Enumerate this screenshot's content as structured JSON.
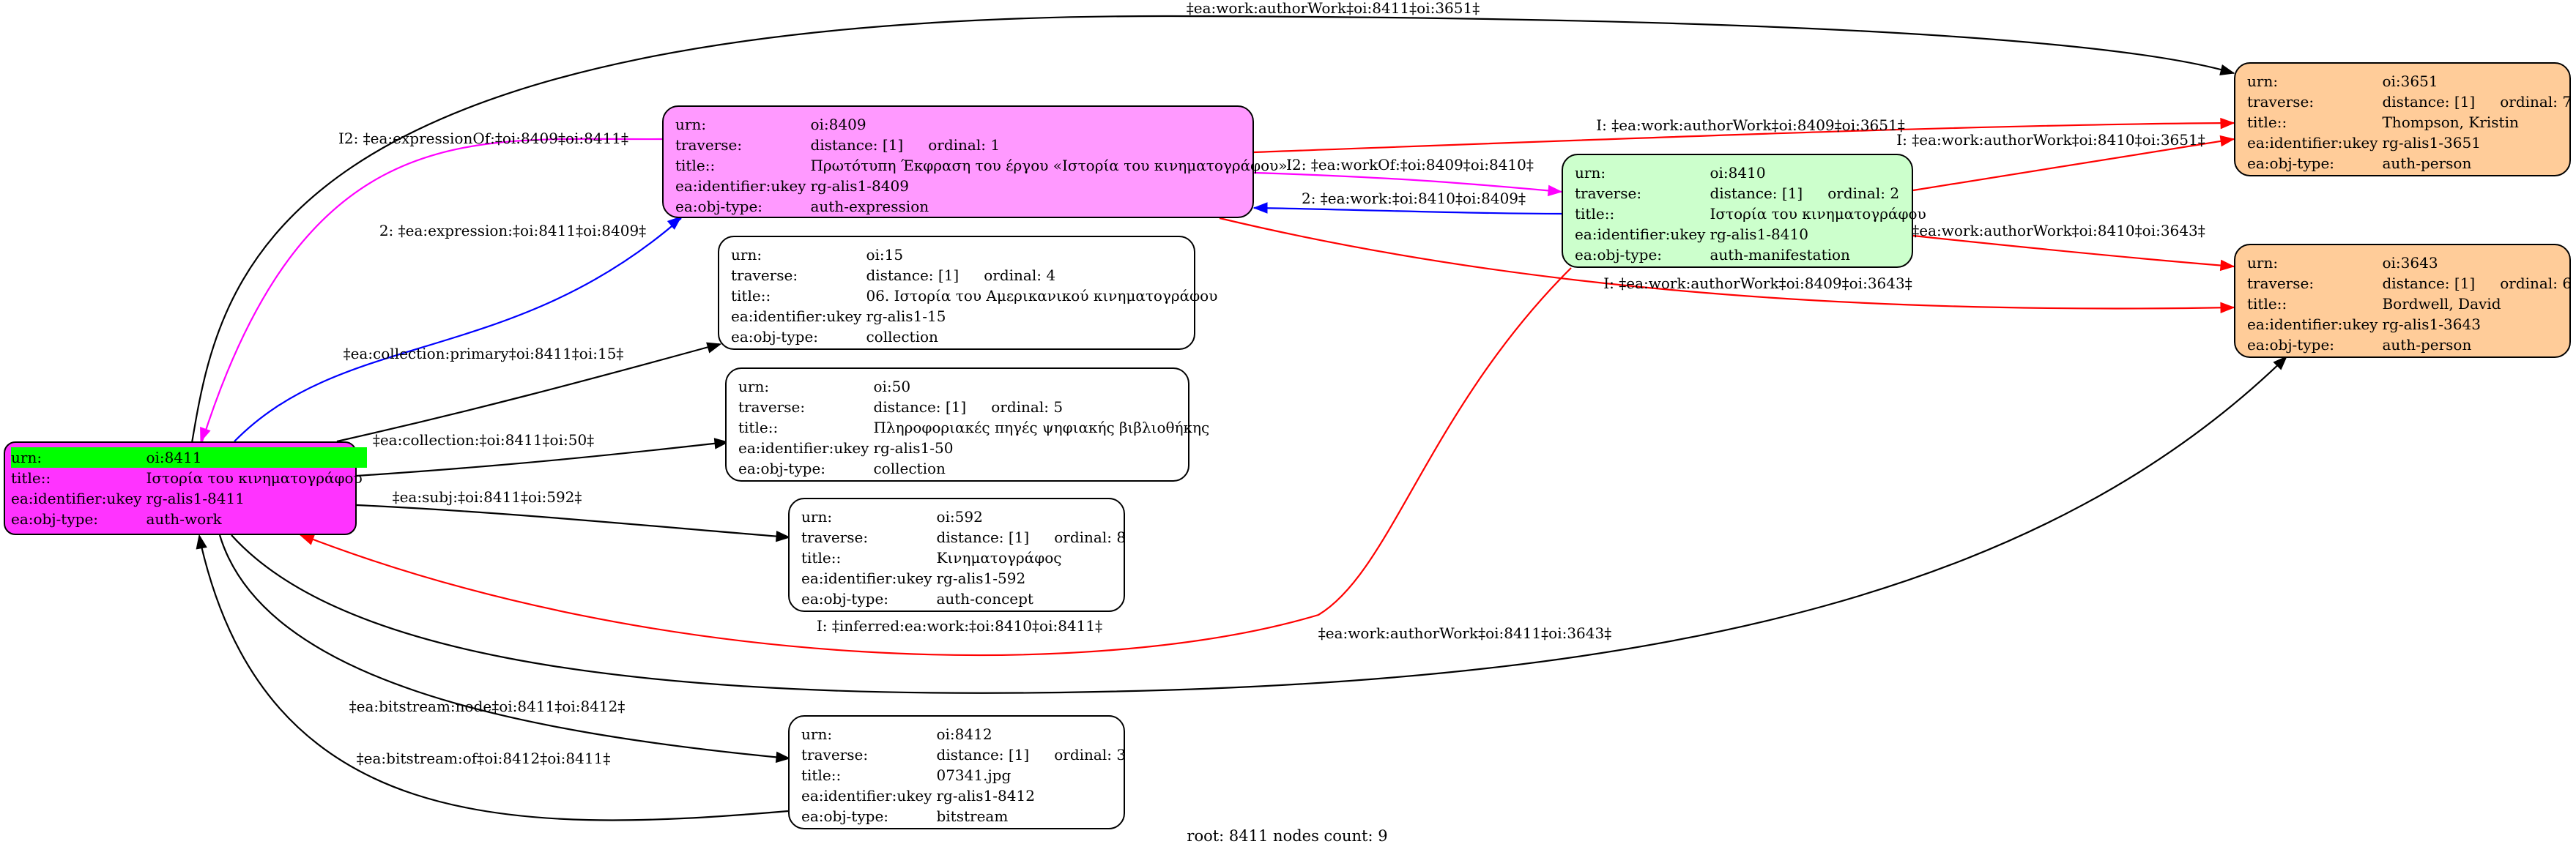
{
  "colors": {
    "work": "#ff33ff",
    "expression": "#ff99ff",
    "manifestation": "#ccffcc",
    "person": "#ffcc99",
    "plain": "#ffffff",
    "highlight": "#00ff00",
    "edge_black": "#000000",
    "edge_red": "#ff0000",
    "edge_magenta": "#ff00ff",
    "edge_blue": "#0000ff"
  },
  "nodes": {
    "n8411": {
      "rows": [
        {
          "k": "urn:",
          "v": "oi:8411"
        },
        {
          "k": "title::",
          "v": "Ιστορία του κινηματογράφου"
        },
        {
          "k": "ea:identifier:ukey",
          "v": "rg-alis1-8411"
        },
        {
          "k": "ea:obj-type:",
          "v": "auth-work"
        }
      ]
    },
    "n8409": {
      "rows": [
        {
          "k": "urn:",
          "v": "oi:8409"
        },
        {
          "k": "traverse:",
          "v": "distance: [1]",
          "o": "ordinal: 1"
        },
        {
          "k": "title::",
          "v": "Πρωτότυπη Έκφραση του έργου «Ιστορία του κινηματογράφου»"
        },
        {
          "k": "ea:identifier:ukey",
          "v": "rg-alis1-8409"
        },
        {
          "k": "ea:obj-type:",
          "v": "auth-expression"
        }
      ]
    },
    "n8410": {
      "rows": [
        {
          "k": "urn:",
          "v": "oi:8410"
        },
        {
          "k": "traverse:",
          "v": "distance: [1]",
          "o": "ordinal: 2"
        },
        {
          "k": "title::",
          "v": "Ιστορία του κινηματογράφου"
        },
        {
          "k": "ea:identifier:ukey",
          "v": "rg-alis1-8410"
        },
        {
          "k": "ea:obj-type:",
          "v": "auth-manifestation"
        }
      ]
    },
    "n3651": {
      "rows": [
        {
          "k": "urn:",
          "v": "oi:3651"
        },
        {
          "k": "traverse:",
          "v": "distance: [1]",
          "o": "ordinal: 7"
        },
        {
          "k": "title::",
          "v": "Thompson, Kristin"
        },
        {
          "k": "ea:identifier:ukey",
          "v": "rg-alis1-3651"
        },
        {
          "k": "ea:obj-type:",
          "v": "auth-person"
        }
      ]
    },
    "n3643": {
      "rows": [
        {
          "k": "urn:",
          "v": "oi:3643"
        },
        {
          "k": "traverse:",
          "v": "distance: [1]",
          "o": "ordinal: 6"
        },
        {
          "k": "title::",
          "v": "Bordwell, David"
        },
        {
          "k": "ea:identifier:ukey",
          "v": "rg-alis1-3643"
        },
        {
          "k": "ea:obj-type:",
          "v": "auth-person"
        }
      ]
    },
    "n15": {
      "rows": [
        {
          "k": "urn:",
          "v": "oi:15"
        },
        {
          "k": "traverse:",
          "v": "distance: [1]",
          "o": "ordinal: 4"
        },
        {
          "k": "title::",
          "v": "06. Ιστορία του Αμερικανικού κινηματογράφου"
        },
        {
          "k": "ea:identifier:ukey",
          "v": "rg-alis1-15"
        },
        {
          "k": "ea:obj-type:",
          "v": "collection"
        }
      ]
    },
    "n50": {
      "rows": [
        {
          "k": "urn:",
          "v": "oi:50"
        },
        {
          "k": "traverse:",
          "v": "distance: [1]",
          "o": "ordinal: 5"
        },
        {
          "k": "title::",
          "v": "Πληροφοριακές πηγές ψηφιακής βιβλιοθήκης"
        },
        {
          "k": "ea:identifier:ukey",
          "v": "rg-alis1-50"
        },
        {
          "k": "ea:obj-type:",
          "v": "collection"
        }
      ]
    },
    "n592": {
      "rows": [
        {
          "k": "urn:",
          "v": "oi:592"
        },
        {
          "k": "traverse:",
          "v": "distance: [1]",
          "o": "ordinal: 8"
        },
        {
          "k": "title::",
          "v": "Κινηματογράφος"
        },
        {
          "k": "ea:identifier:ukey",
          "v": "rg-alis1-592"
        },
        {
          "k": "ea:obj-type:",
          "v": "auth-concept"
        }
      ]
    },
    "n8412": {
      "rows": [
        {
          "k": "urn:",
          "v": "oi:8412"
        },
        {
          "k": "traverse:",
          "v": "distance: [1]",
          "o": "ordinal: 3"
        },
        {
          "k": "title::",
          "v": "07341.jpg"
        },
        {
          "k": "ea:identifier:ukey",
          "v": "rg-alis1-8412"
        },
        {
          "k": "ea:obj-type:",
          "v": "bitstream"
        }
      ]
    }
  },
  "edges": [
    {
      "label": "‡ea:work:authorWork‡oi:8411‡oi:3651‡",
      "color": "edge_black"
    },
    {
      "label": "I2: ‡ea:expressionOf:‡oi:8409‡oi:8411‡",
      "color": "edge_magenta"
    },
    {
      "label": "2: ‡ea:expression:‡oi:8411‡oi:8409‡",
      "color": "edge_blue"
    },
    {
      "label": "I: ‡ea:work:authorWork‡oi:8409‡oi:3651‡",
      "color": "edge_red"
    },
    {
      "label": "I2: ‡ea:workOf:‡oi:8409‡oi:8410‡",
      "color": "edge_magenta"
    },
    {
      "label": "2: ‡ea:work:‡oi:8410‡oi:8409‡",
      "color": "edge_blue"
    },
    {
      "label": "I: ‡ea:work:authorWork‡oi:8410‡oi:3651‡",
      "color": "edge_red"
    },
    {
      "label": "I: ‡ea:work:authorWork‡oi:8410‡oi:3643‡",
      "color": "edge_red"
    },
    {
      "label": "I: ‡ea:work:authorWork‡oi:8409‡oi:3643‡",
      "color": "edge_red"
    },
    {
      "label": "‡ea:collection:primary‡oi:8411‡oi:15‡",
      "color": "edge_black"
    },
    {
      "label": "‡ea:collection:‡oi:8411‡oi:50‡",
      "color": "edge_black"
    },
    {
      "label": "‡ea:subj:‡oi:8411‡oi:592‡",
      "color": "edge_black"
    },
    {
      "label": "I: ‡inferred:ea:work:‡oi:8410‡oi:8411‡",
      "color": "edge_red"
    },
    {
      "label": "‡ea:work:authorWork‡oi:8411‡oi:3643‡",
      "color": "edge_black"
    },
    {
      "label": "‡ea:bitstream:node‡oi:8411‡oi:8412‡",
      "color": "edge_black"
    },
    {
      "label": "‡ea:bitstream:of‡oi:8412‡oi:8411‡",
      "color": "edge_black"
    }
  ],
  "caption": "root: 8411 nodes count: 9"
}
